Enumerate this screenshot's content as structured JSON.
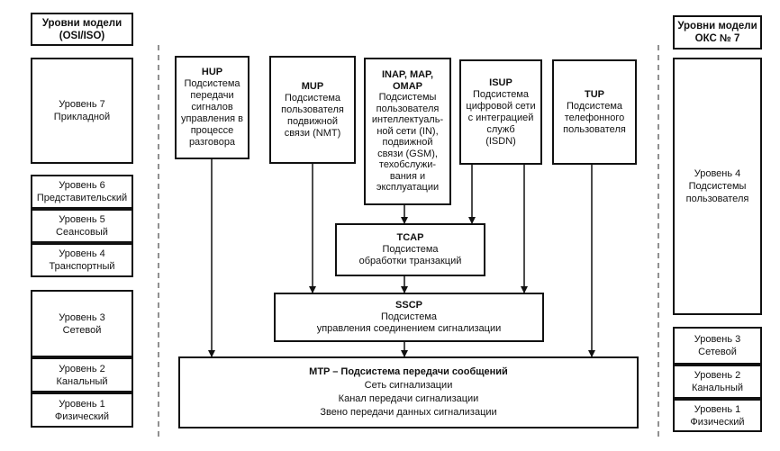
{
  "left_column": {
    "header": [
      "Уровни модели",
      "(OSI/ISO)"
    ],
    "level7": [
      "Уровень 7",
      "Прикладной"
    ],
    "level6": [
      "Уровень 6",
      "Представительский"
    ],
    "level5": [
      "Уровень 5",
      "Сеансовый"
    ],
    "level4": [
      "Уровень 4",
      "Транспортный"
    ],
    "level3": [
      "Уровень 3",
      "Сетевой"
    ],
    "level2": [
      "Уровень 2",
      "Канальный"
    ],
    "level1": [
      "Уровень 1",
      "Физический"
    ]
  },
  "right_column": {
    "header": [
      "Уровни модели",
      "ОКС № 7"
    ],
    "level4": [
      "Уровень 4",
      "Подсистемы",
      "пользователя"
    ],
    "level3": [
      "Уровень 3",
      "Сетевой"
    ],
    "level2": [
      "Уровень 2",
      "Канальный"
    ],
    "level1": [
      "Уровень 1",
      "Физический"
    ]
  },
  "user_parts": {
    "hup": {
      "title": "HUP",
      "lines": [
        "Подсистема",
        "передачи",
        "сигналов",
        "управления в",
        "процессе",
        "разговора"
      ]
    },
    "mup": {
      "title": "MUP",
      "lines": [
        "Подсистема",
        "пользователя",
        "подвижной",
        "связи (NMT)"
      ]
    },
    "inap": {
      "title_lines": [
        "INAP, MAP,",
        "OMAP"
      ],
      "lines": [
        "Подсистемы",
        "пользователя",
        "интеллектуаль-",
        "ной сети (IN),",
        "подвижной",
        "связи (GSM),",
        "техобслужи-",
        "вания и",
        "эксплуатации"
      ]
    },
    "isup": {
      "title": "ISUP",
      "lines": [
        "Подсистема",
        "цифровой сети",
        "с интеграцией",
        "служб",
        "(ISDN)"
      ]
    },
    "tup": {
      "title": "TUP",
      "lines": [
        "Подсистема",
        "телефонного",
        "пользователя"
      ]
    }
  },
  "tcap": {
    "title": "TCAP",
    "lines": [
      "Подсистема",
      "обработки транзакций"
    ]
  },
  "sscp": {
    "title": "SSCP",
    "lines": [
      "Подсистема",
      "управления соединением сигнализации"
    ]
  },
  "mtp": {
    "title": "MTP – Подсистема передачи сообщений",
    "lines": [
      "Сеть сигнализации",
      "Канал передачи сигнализации",
      "Звено передачи данных сигнализации"
    ]
  }
}
